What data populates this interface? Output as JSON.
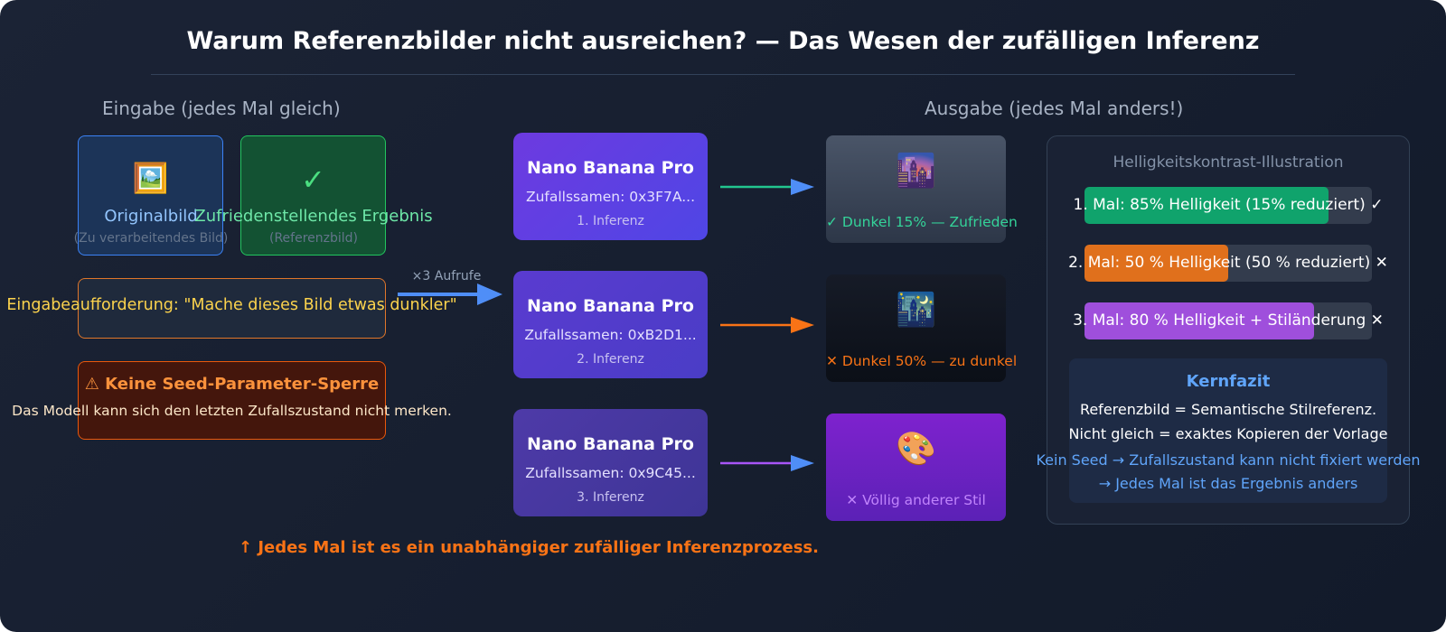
{
  "title": "Warum Referenzbilder nicht ausreichen? — Das Wesen der zufälligen Inferenz",
  "input_header": "Eingabe (jedes Mal gleich)",
  "output_header": "Ausgabe (jedes Mal anders!)",
  "inputs": {
    "original": {
      "icon": "🖼️",
      "label": "Originalbild",
      "sub": "(Zu verarbeitendes Bild)"
    },
    "reference": {
      "icon": "✓",
      "label": "Zufriedenstellendes Ergebnis",
      "sub": "(Referenzbild)"
    },
    "prompt": "Eingabeaufforderung: \"Mache dieses Bild etwas dunkler\"",
    "seed_warning": {
      "title": "⚠ Keine Seed-Parameter-Sperre",
      "text": "Das Modell kann sich den letzten Zufallszustand nicht merken."
    }
  },
  "calls_label": "×3 Aufrufe",
  "models": [
    {
      "title": "Nano Banana Pro",
      "seed": "Zufallssamen: 0x3F7A...",
      "run": "1. Inferenz"
    },
    {
      "title": "Nano Banana Pro",
      "seed": "Zufallssamen: 0xB2D1...",
      "run": "2. Inferenz"
    },
    {
      "title": "Nano Banana Pro",
      "seed": "Zufallssamen: 0x9C45...",
      "run": "3. Inferenz"
    }
  ],
  "outputs": [
    {
      "icon": "🌆",
      "text": "✓ Dunkel 15% — Zufrieden"
    },
    {
      "icon": "🌃",
      "text": "✕ Dunkel 50% — zu dunkel"
    },
    {
      "icon": "🎨",
      "text": "✕ Völlig anderer Stil"
    }
  ],
  "footer": "↑ Jedes Mal ist es ein unabhängiger zufälliger Inferenzprozess.",
  "brightness": {
    "title": "Helligkeitskontrast-Illustration",
    "bars": [
      {
        "label": "1. Mal: 85% Helligkeit (15% reduziert) ✓",
        "value": 0.85,
        "color": "#10a36c"
      },
      {
        "label": "2. Mal: 50 % Helligkeit (50 % reduziert) ✕",
        "value": 0.5,
        "color": "#e0701c"
      },
      {
        "label": "3. Mal: 80 % Helligkeit + Stiländerung ✕",
        "value": 0.8,
        "color": "#9f4fdc"
      }
    ]
  },
  "takeaway": {
    "title": "Kernfazit",
    "line1": "Referenzbild = Semantische Stilreferenz.",
    "line2": "Nicht gleich = exaktes Kopieren der Vorlage",
    "line3": "Kein Seed → Zufallszustand kann nicht fixiert werden",
    "line4": "→ Jedes Mal ist das Ergebnis anders"
  },
  "colors": {
    "green": "#22c55e",
    "orange": "#f97316",
    "purple": "#a855f7",
    "blue": "#60a5fa",
    "yellow": "#fcd34d",
    "arrow_main": "#3b82f6"
  }
}
